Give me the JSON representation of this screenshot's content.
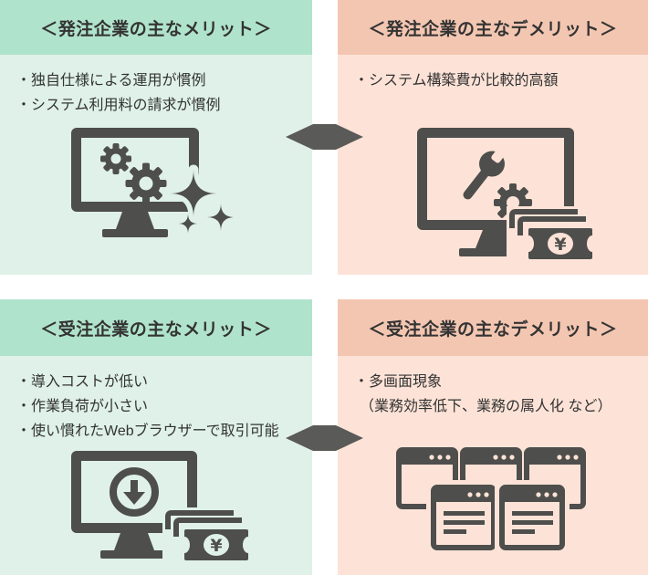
{
  "colors": {
    "green_header": "#b0e3cb",
    "green_body": "#dff1e9",
    "pink_header": "#f3c6b1",
    "pink_body": "#fde3d7",
    "icon_gray": "#4e4e4c",
    "arrow_gray": "#5a5a58",
    "text": "#333333",
    "background": "#ffffff"
  },
  "panels": {
    "orderer_merit": {
      "title": "＜発注企業の主なメリット＞",
      "bullets": [
        "・独自仕様による運用が慣例",
        "・システム利用料の請求が慣例"
      ],
      "icon": "monitor-gears-sparkles"
    },
    "orderer_demerit": {
      "title": "＜発注企業の主なデメリット＞",
      "bullets": [
        "・システム構築費が比較的高額"
      ],
      "icon": "monitor-wrench-gear-money"
    },
    "supplier_merit": {
      "title": "＜受注企業の主なメリット＞",
      "bullets": [
        "・導入コストが低い",
        "・作業負荷が小さい",
        "・使い慣れたWebブラウザーで取引可能"
      ],
      "icon": "monitor-download-money"
    },
    "supplier_demerit": {
      "title": "＜受注企業の主なデメリット＞",
      "bullets": [
        "・多画面現象",
        "（業務効率低下、業務の属人化 など）"
      ],
      "icon": "multiple-browser-windows"
    }
  },
  "currency_symbol": "¥"
}
